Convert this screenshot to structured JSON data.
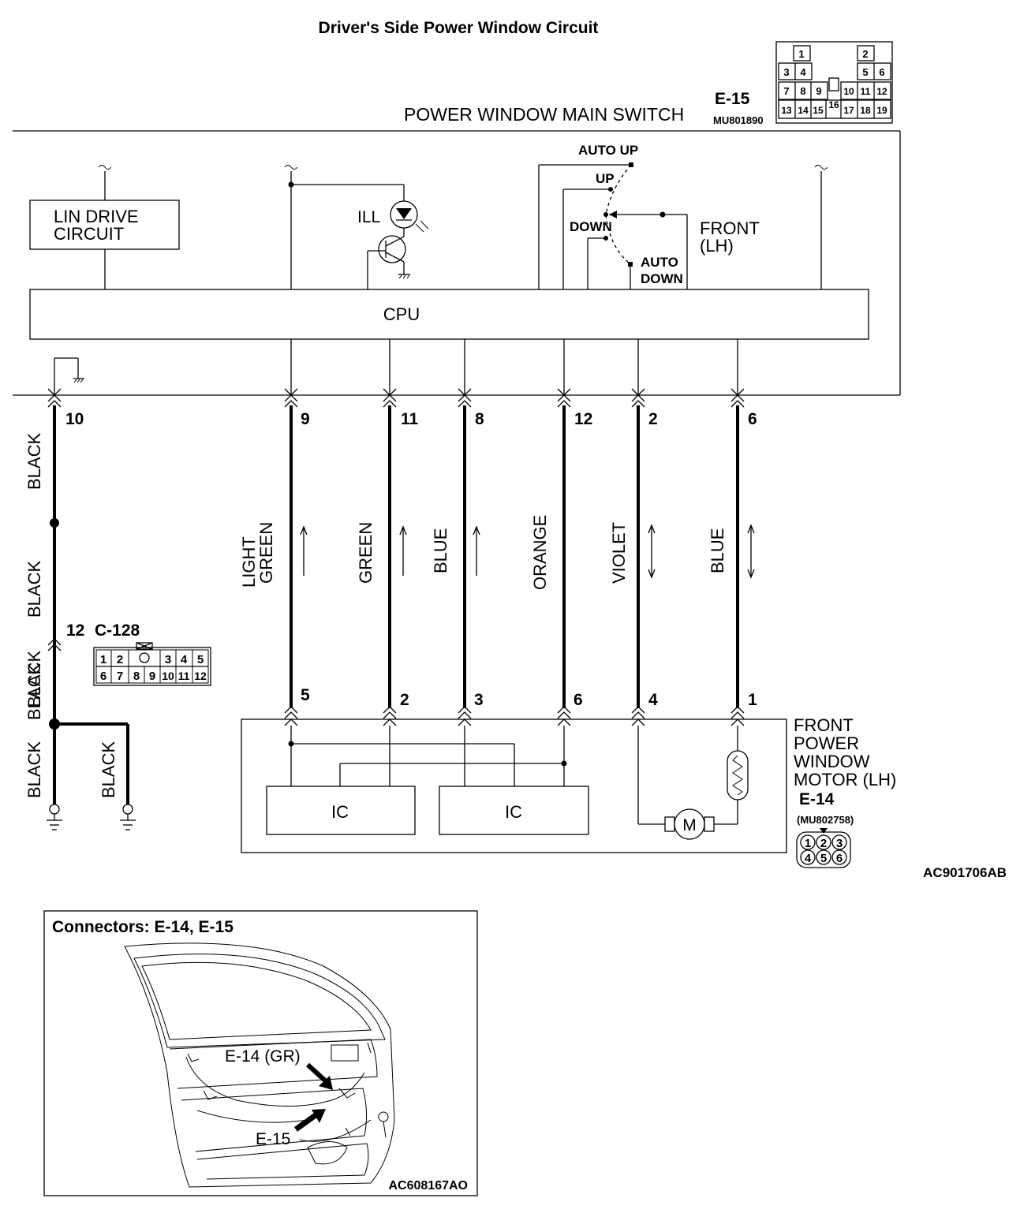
{
  "title": "Driver's Side Power Window Circuit",
  "main_switch": {
    "name": "POWER WINDOW MAIN SWITCH",
    "connector_id": "E-15",
    "part_no": "MU801890",
    "connector_pins": [
      "1",
      "2",
      "3",
      "4",
      "5",
      "6",
      "7",
      "8",
      "9",
      "10",
      "11",
      "12",
      "13",
      "14",
      "15",
      "16",
      "17",
      "18",
      "19"
    ],
    "lin_block": [
      "LIN DRIVE",
      "CIRCUIT"
    ],
    "ill_label": "ILL",
    "cpu_label": "CPU",
    "switch_positions": {
      "auto_up": "AUTO UP",
      "up": "UP",
      "down": "DOWN",
      "auto_down": [
        "AUTO",
        "DOWN"
      ]
    },
    "switch_name": [
      "FRONT",
      "(LH)"
    ]
  },
  "wires": [
    {
      "top_pin": "10",
      "color": [
        "BLACK"
      ]
    },
    {
      "top_pin": "9",
      "bottom_pin": "5",
      "color": [
        "LIGHT",
        "GREEN"
      ],
      "arrow": "up"
    },
    {
      "top_pin": "11",
      "bottom_pin": "2",
      "color": [
        "GREEN"
      ],
      "arrow": "up"
    },
    {
      "top_pin": "8",
      "bottom_pin": "3",
      "color": [
        "BLUE"
      ],
      "arrow": "up"
    },
    {
      "top_pin": "12",
      "bottom_pin": "6",
      "color": [
        "ORANGE"
      ]
    },
    {
      "top_pin": "2",
      "bottom_pin": "4",
      "color": [
        "VIOLET"
      ],
      "arrow": "both"
    },
    {
      "top_pin": "6",
      "bottom_pin": "1",
      "color": [
        "BLUE"
      ],
      "arrow": "both"
    }
  ],
  "ground_wire_labels": [
    "BLACK",
    "BLACK",
    "BLACK",
    "BLACK",
    "BLACK",
    "BLACK"
  ],
  "connector_c128": {
    "pin": "12",
    "id": "C-128",
    "row1": [
      "1",
      "2",
      "",
      "3",
      "4",
      "5"
    ],
    "row2": [
      "6",
      "7",
      "8",
      "9",
      "10",
      "11",
      "12"
    ]
  },
  "motor": {
    "name": [
      "FRONT",
      "POWER",
      "WINDOW",
      "MOTOR (LH)"
    ],
    "connector_id": "E-14",
    "part_no": "(MU802758)",
    "pins": [
      "1",
      "2",
      "3",
      "4",
      "5",
      "6"
    ],
    "ic_labels": [
      "IC",
      "IC"
    ],
    "motor_symbol": "M"
  },
  "figure_code_top": "AC901706AB",
  "inset": {
    "title": "Connectors: E-14, E-15",
    "callout_e14": "E-14 (GR)",
    "callout_e15": "E-15",
    "figure_code": "AC608167AO"
  }
}
